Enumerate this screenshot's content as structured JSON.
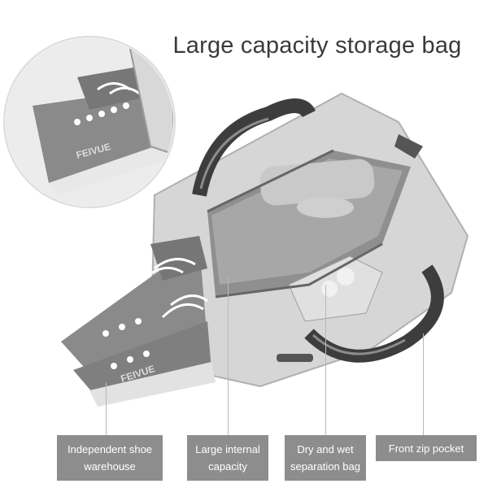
{
  "title": "Large capacity storage bag",
  "shoe_brand": "FEIVUE",
  "labels": {
    "shoe": "Independent shoe warehouse",
    "internal": "Large internal capacity",
    "drywet": "Dry and wet separation bag",
    "front": "Front zip pocket"
  },
  "colors": {
    "bag_body": "#d6d6d6",
    "bag_shadow": "#a9a9a9",
    "strap": "#3d3d3d",
    "label_bg": "#8d8d8d",
    "shoe": "#8a8a8a"
  }
}
